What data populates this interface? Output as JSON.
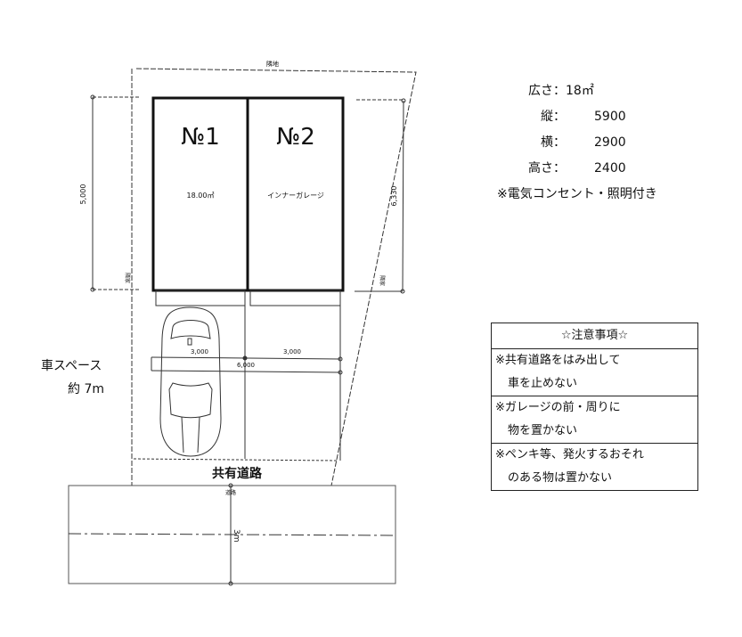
{
  "plan": {
    "top_label": "隣地",
    "bays": [
      {
        "title": "№1",
        "sub": "18.00㎡"
      },
      {
        "title": "№2",
        "sub": "インナーガレージ"
      }
    ],
    "dim_left": "5,000",
    "dim_right": "6,330",
    "dim_car_a": "3,000",
    "dim_car_b": "3,000",
    "dim_total": "6,000",
    "shared_road": "共有道路",
    "road_top_label": "道路",
    "road_width": "3m",
    "side_mark_left": "隣家",
    "side_mark_right": "隣家"
  },
  "car_space": {
    "line1": "車スペース",
    "line2": "約 7m"
  },
  "specs": [
    {
      "label": "広さ：",
      "value": "18㎡"
    },
    {
      "label": "縦：",
      "value": "5900"
    },
    {
      "label": "横：",
      "value": "2900"
    },
    {
      "label": "高さ：",
      "value": "2400"
    }
  ],
  "spec_note": "※電気コンセント・照明付き",
  "notes": {
    "title": "☆注意事項☆",
    "items": [
      [
        "※共有道路をはみ出して",
        "車を止めない"
      ],
      [
        "※ガレージの前・周りに",
        "物を置かない"
      ],
      [
        "※ペンキ等、発火するおそれ",
        "のある物は置かない"
      ]
    ]
  }
}
